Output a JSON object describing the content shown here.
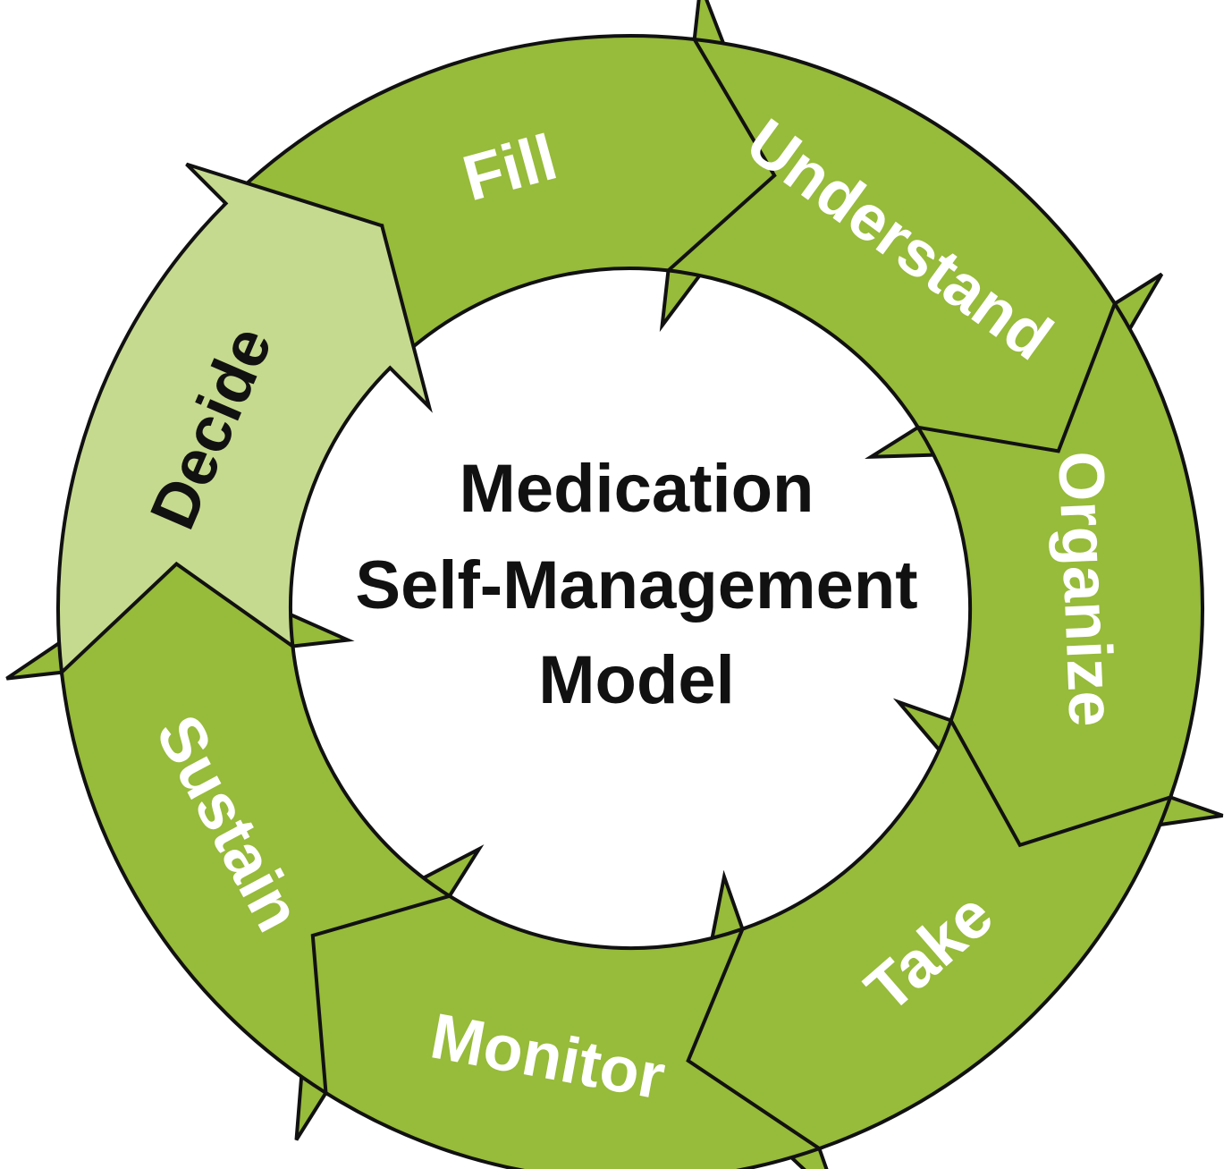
{
  "title_lines": [
    "Medication",
    "Self-Management",
    "Model"
  ],
  "steps": [
    {
      "label": "Fill",
      "highlight": false
    },
    {
      "label": "Understand",
      "highlight": false
    },
    {
      "label": "Organize",
      "highlight": false
    },
    {
      "label": "Take",
      "highlight": false
    },
    {
      "label": "Monitor",
      "highlight": false
    },
    {
      "label": "Sustain",
      "highlight": false
    },
    {
      "label": "Decide",
      "highlight": true
    }
  ],
  "colors": {
    "arrow": "#97bb3a",
    "arrow_highlight": "#c6da8f",
    "outline": "#111111",
    "label": "#ffffff",
    "label_highlight": "#111111",
    "title": "#111111"
  }
}
